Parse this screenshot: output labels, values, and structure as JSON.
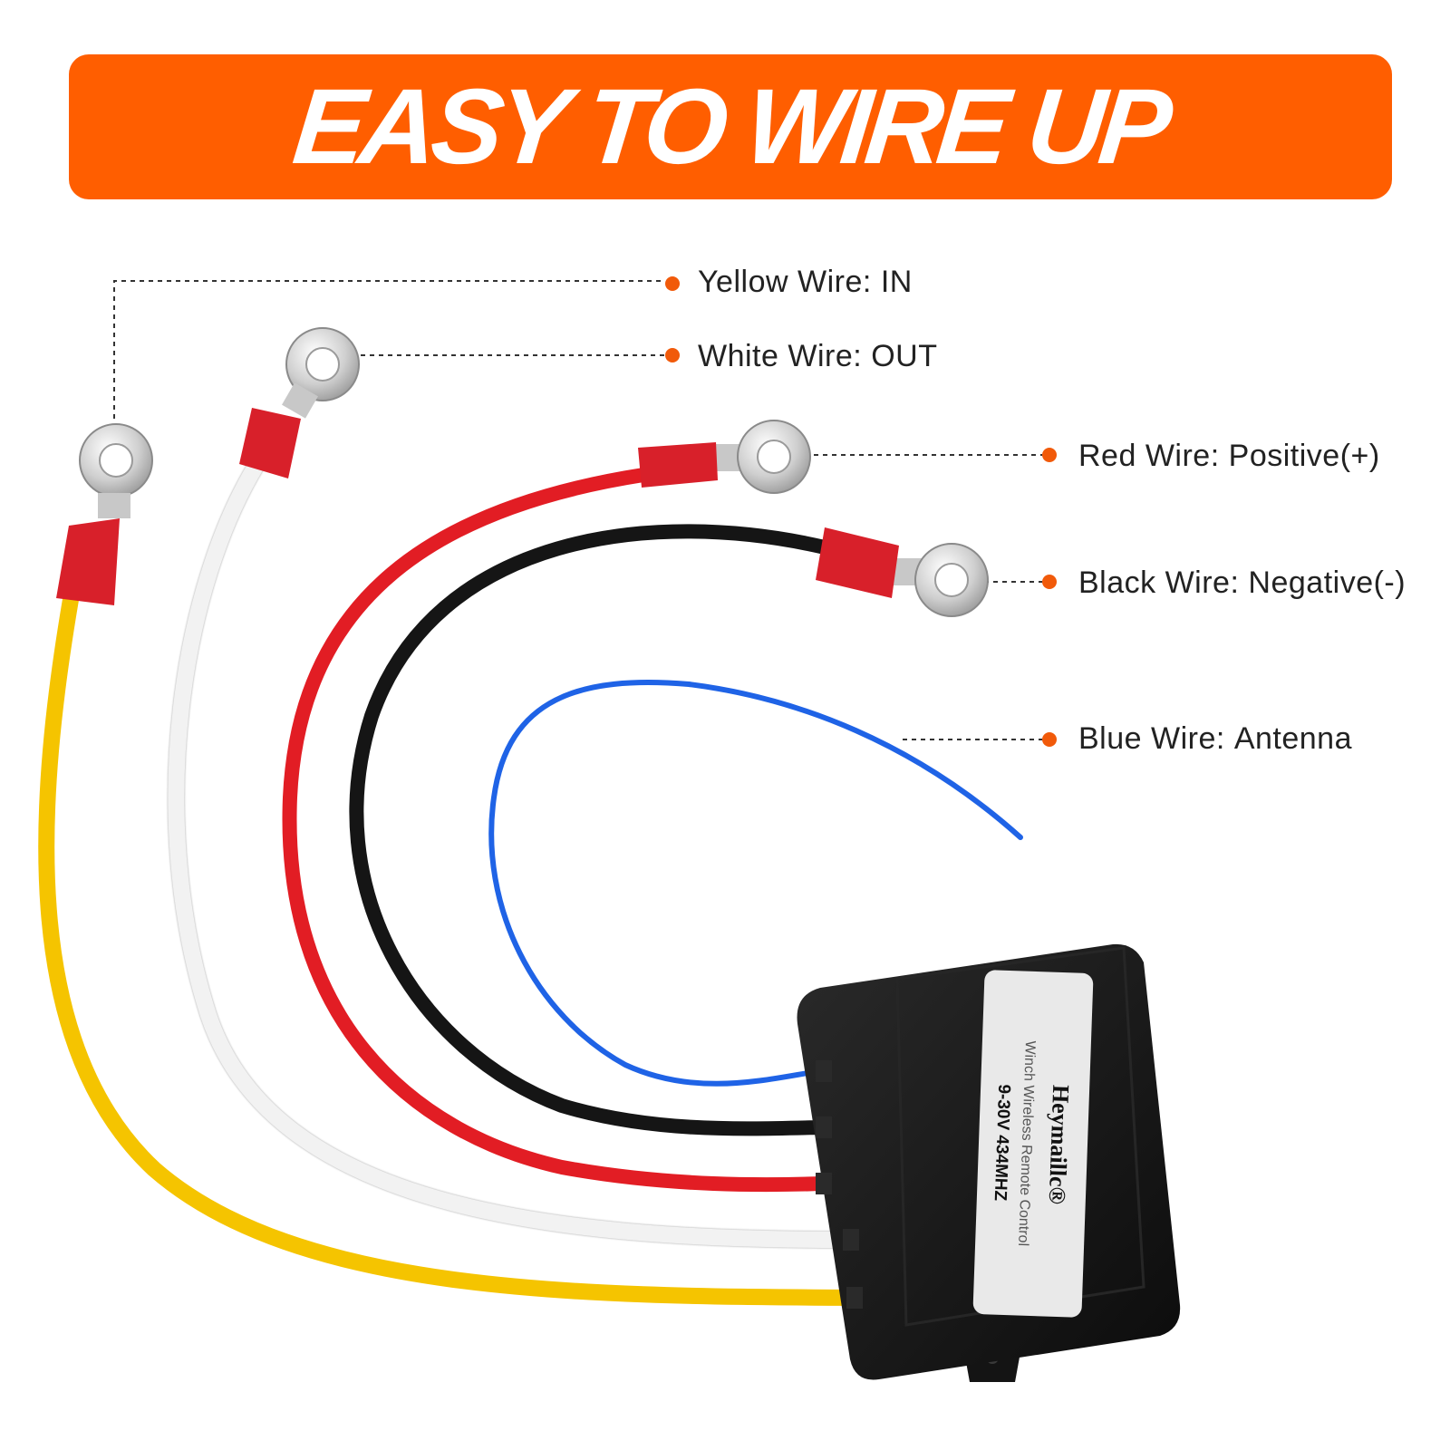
{
  "header": {
    "title": "EASY TO WIRE UP"
  },
  "colors": {
    "banner": "#ff5e00",
    "callout_dot": "#f15a0a",
    "yellow_wire": "#f5c400",
    "white_wire": "#f2f2f2",
    "red_wire": "#e21d24",
    "black_wire": "#151515",
    "blue_wire": "#1f63e6",
    "terminal_red": "#d8202a",
    "ring_metal": "#d9d9d9",
    "box": "#141414"
  },
  "callouts": [
    {
      "name": "Yellow Wire:",
      "value": "IN"
    },
    {
      "name": "White Wire:",
      "value": "OUT"
    },
    {
      "name": "Red Wire:",
      "value": "Positive(+)"
    },
    {
      "name": "Black Wire:",
      "value": "Negative(-)"
    },
    {
      "name": "Blue Wire:",
      "value": "Antenna"
    }
  ],
  "product_label": {
    "brand": "Heymaillc®",
    "description": "Winch Wireless Remote Control",
    "spec": "9-30V 434MHZ"
  }
}
